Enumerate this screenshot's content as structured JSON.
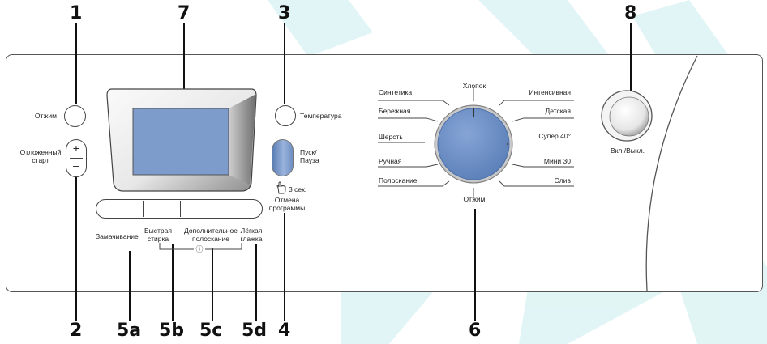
{
  "callouts": {
    "c1": "1",
    "c2": "2",
    "c3": "3",
    "c4": "4",
    "c5a": "5a",
    "c5b": "5b",
    "c5c": "5c",
    "c5d": "5d",
    "c6": "6",
    "c7": "7",
    "c8": "8"
  },
  "left_controls": {
    "spin": "Отжим",
    "delayed_start_line1": "Отложенный",
    "delayed_start_line2": "старт",
    "plus": "+",
    "minus": "–"
  },
  "bottom_buttons": {
    "soak": "Замачивание",
    "quick_wash_line1": "Быстрая",
    "quick_wash_line2": "стирка",
    "extra_rinse_line1": "Дополнительное",
    "extra_rinse_line2": "полоскание",
    "easy_iron_line1": "Лёгкая",
    "easy_iron_line2": "глажка",
    "info_symbol": "ⓘ"
  },
  "right_controls": {
    "temperature": "Температура",
    "start_pause_line1": "Пуск/",
    "start_pause_line2": "Пауза",
    "hold_time": "3 сек.",
    "cancel_line1": "Отмена",
    "cancel_line2": "программы"
  },
  "dial": {
    "left": [
      "Синтетика",
      "Бережная",
      "Шерсть",
      "Ручная",
      "Полоскание"
    ],
    "top": "Хлопок",
    "right": [
      "Интенсивная",
      "Детская",
      "Супер 40°",
      "Мини 30",
      "Слив"
    ],
    "bottom": "Отжим"
  },
  "power": {
    "label": "Вкл./Выкл."
  },
  "colors": {
    "display_blue": "#7d9ccc",
    "dial_blue": "#6f92c9",
    "start_button_blue": "#7394c6",
    "watermark": "#d8f1f2"
  }
}
